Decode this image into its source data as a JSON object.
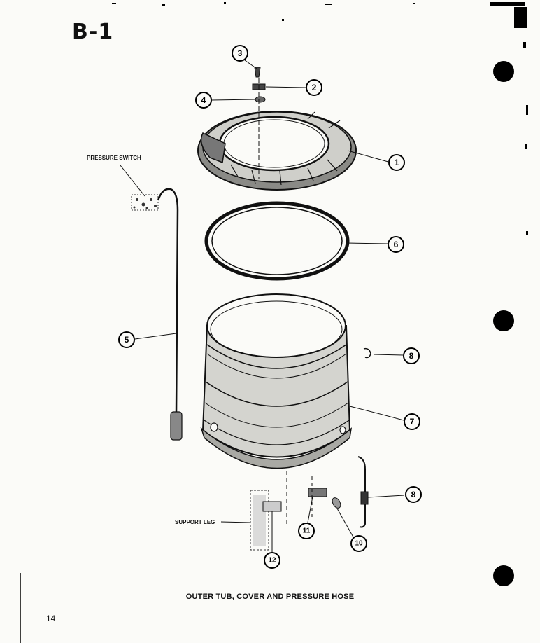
{
  "sheet_id": "B-1",
  "caption": "OUTER TUB, COVER AND PRESSURE HOSE",
  "page_number": "14",
  "labels": {
    "pressure_switch": "PRESSURE SWITCH",
    "support_leg": "SUPPORT LEG"
  },
  "callouts": {
    "c1": "1",
    "c2": "2",
    "c3": "3",
    "c4": "4",
    "c5": "5",
    "c6": "6",
    "c7": "7",
    "c8a": "8",
    "c8b": "8",
    "c10": "10",
    "c11": "11",
    "c12": "12"
  }
}
